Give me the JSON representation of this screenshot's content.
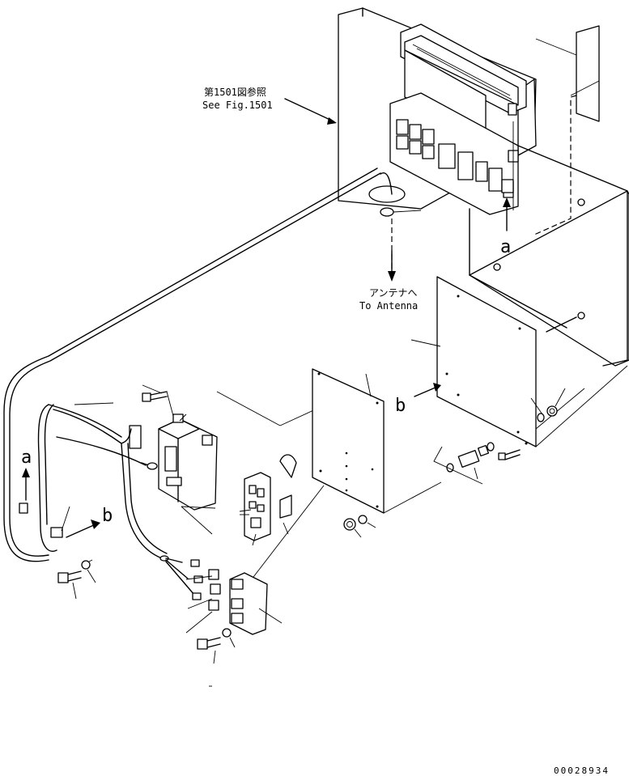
{
  "reference": {
    "line_jp": "第1501図参照",
    "line_en": "See Fig.1501"
  },
  "antenna": {
    "line_jp": "アンテナへ",
    "line_en": "To Antenna"
  },
  "view_markers": {
    "a_top": "a",
    "b_mid": "b",
    "a_left": "a",
    "b_left": "b"
  },
  "drawing_number": "00028934"
}
